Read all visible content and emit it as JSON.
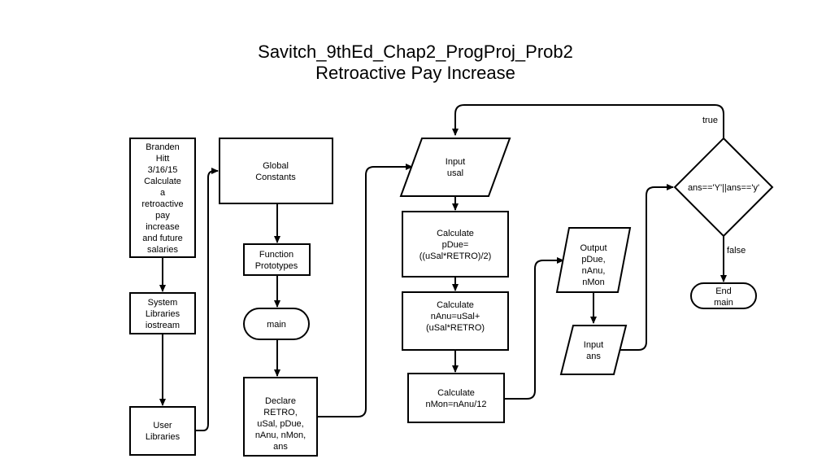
{
  "title": {
    "line1": "Savitch_9thEd_Chap2_ProgProj_Prob2",
    "line2": "Retroactive Pay Increase"
  },
  "nodes": {
    "author_note": [
      "Branden",
      "Hitt",
      "3/16/15",
      "Calculate",
      "a",
      "retroactive",
      "pay",
      "increase",
      "and future",
      "salaries"
    ],
    "system_libraries": [
      "System",
      "Libraries",
      "iostream"
    ],
    "user_libraries": [
      "User",
      "Libraries"
    ],
    "global_constants": [
      "Global",
      "Constants"
    ],
    "function_prototypes": [
      "Function",
      "Prototypes"
    ],
    "main": [
      "main"
    ],
    "declare_vars": [
      "Declare",
      "RETRO,",
      "uSal, pDue,",
      "nAnu, nMon,",
      "ans"
    ],
    "input_usal": [
      "Input",
      "usal"
    ],
    "calc_pdue": [
      "Calculate",
      "pDue=",
      "((uSal*RETRO)/2)"
    ],
    "calc_nanu": [
      "Calculate",
      "nAnu=uSal+",
      "(uSal*RETRO)"
    ],
    "calc_nmon": [
      "Calculate",
      "nMon=nAnu/12"
    ],
    "output": [
      "Output",
      "pDue,",
      "nAnu,",
      "nMon"
    ],
    "input_ans": [
      "Input",
      "ans"
    ],
    "decision": [
      "ans=='Y'||ans=='y'"
    ],
    "end_main": [
      "End",
      "main"
    ]
  },
  "edge_labels": {
    "true": "true",
    "false": "false"
  }
}
